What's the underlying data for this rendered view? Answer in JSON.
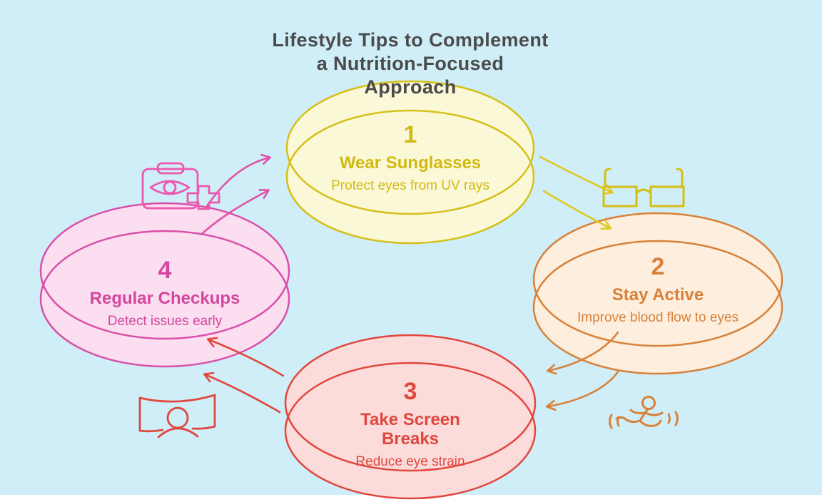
{
  "background_color": "#cfeef8",
  "bottom_strip_color": "#ffffff",
  "title": {
    "text": "Lifestyle Tips to Complement a Nutrition-Focused Approach",
    "lines": [
      "Lifestyle Tips to Complement",
      "a Nutrition-Focused",
      "Approach"
    ],
    "color": "#4b4b4b"
  },
  "steps": [
    {
      "number": "1",
      "title": "Wear Sunglasses",
      "subtitle": "Protect eyes from UV rays",
      "text_color": "#d1ba10",
      "stroke_color": "#d4c018",
      "fill_color": "#fbf8d8"
    },
    {
      "number": "2",
      "title": "Stay Active",
      "subtitle": "Improve blood flow to eyes",
      "text_color": "#d8813a",
      "stroke_color": "#d8813a",
      "fill_color": "#fdeedd"
    },
    {
      "number": "3",
      "title": "Take Screen Breaks",
      "subtitle": "Reduce eye strain",
      "text_color": "#e0473e",
      "stroke_color": "#e0473e",
      "fill_color": "#fcdbdb"
    },
    {
      "number": "4",
      "title": "Regular Checkups",
      "subtitle": "Detect issues early",
      "text_color": "#d4469f",
      "stroke_color": "#d94fa8",
      "fill_color": "#fbdef0"
    }
  ],
  "icons": [
    {
      "key": "clipboard",
      "name": "eye-checkup-clipboard-icon",
      "color": "#ec57b0"
    },
    {
      "key": "glasses",
      "name": "eyeglasses-icon",
      "color": "#d6be12"
    },
    {
      "key": "runner",
      "name": "running-person-icon",
      "color": "#d8813a"
    },
    {
      "key": "screen",
      "name": "person-at-screen-icon",
      "color": "#e0473e"
    }
  ],
  "arrows": [
    {
      "name": "arrows-step4-to-step1",
      "color": "#e052a8",
      "count": 2
    },
    {
      "name": "arrows-step1-to-step2",
      "color": "#e0c91c",
      "count": 2
    },
    {
      "name": "arrows-step2-to-step3",
      "color": "#d8813a",
      "count": 2
    },
    {
      "name": "arrows-step3-to-step4",
      "color": "#e0473e",
      "count": 2
    }
  ]
}
